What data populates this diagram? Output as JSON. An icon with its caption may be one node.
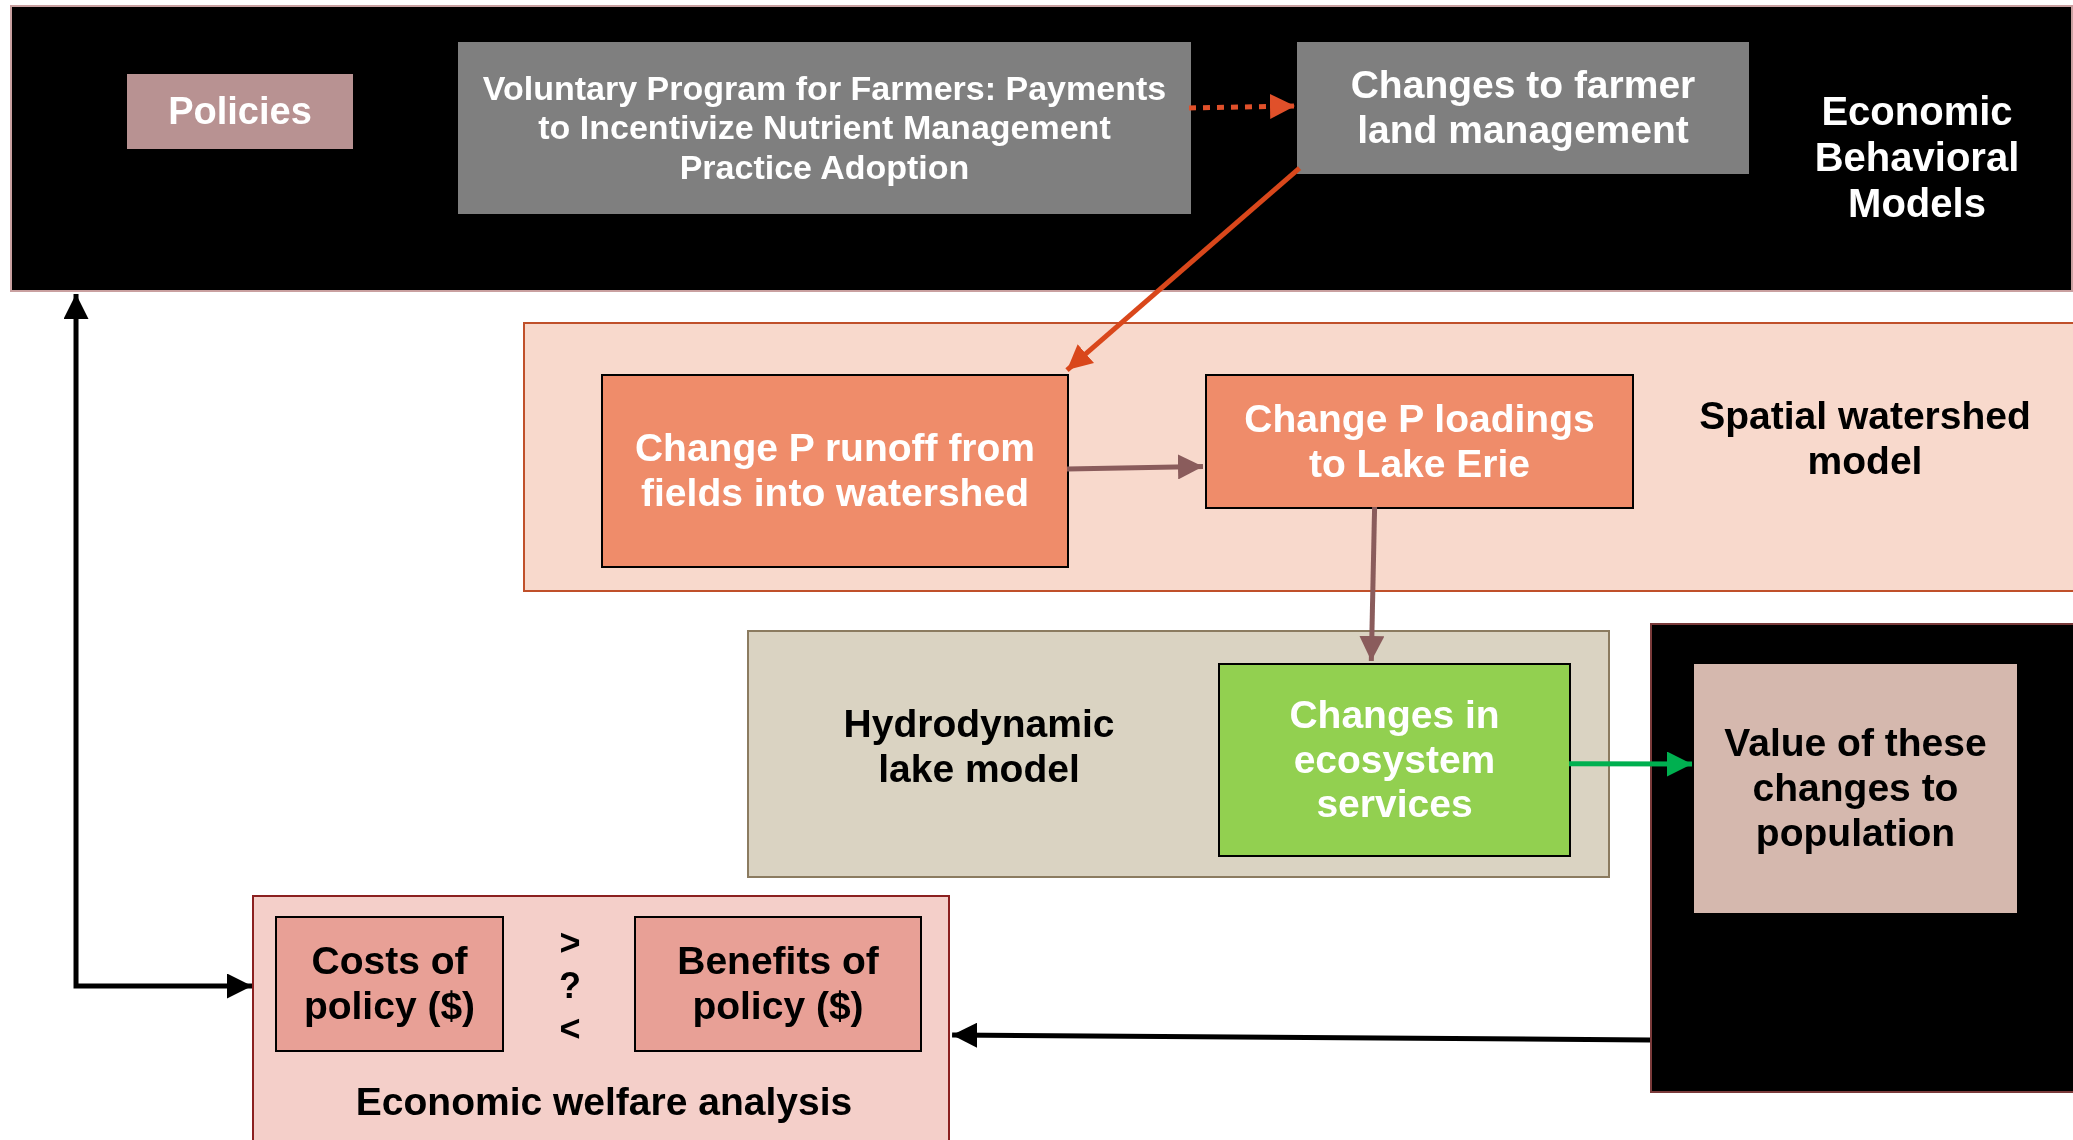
{
  "diagram": {
    "nodes": [
      {
        "text": [
          "Economic Behavioral Models"
        ]
      },
      {
        "text": [
          "Policies"
        ],
        "in": 0
      },
      {
        "text": [
          "Voluntary Program for Farmers: Payments to Incentivize Nutrient Management Practice Adoption"
        ],
        "in": 0
      },
      {
        "text": [
          "Changes to farmer land management"
        ],
        "in": 0
      },
      {
        "text": [
          "Spatial watershed model"
        ]
      },
      {
        "text": [
          "Change P runoff from fields into watershed"
        ],
        "in": 4
      },
      {
        "text": [
          "Change P loadings to Lake Erie"
        ],
        "in": 4
      },
      {
        "text": [
          "Hydrodynamic lake model"
        ]
      },
      {
        "text": [
          "Changes in ecosystem services"
        ],
        "in": 7
      },
      {
        "text": [],
        "shape": "box"
      },
      {
        "text": [
          "Value of these changes to population"
        ],
        "in": 9
      },
      {
        "text": [
          "Economic welfare analysis"
        ]
      },
      {
        "text": [
          "Costs of policy ($)"
        ],
        "in": 11
      },
      {
        "text": [
          "Benefits of policy ($)"
        ],
        "in": 11
      }
    ],
    "edges": [
      {
        "from": 2,
        "to": 3,
        "arrow": "to",
        "style": "dashed",
        "color": "#e0502a"
      },
      {
        "from": 3,
        "to": 5,
        "arrow": "to",
        "color": "#d9471b"
      },
      {
        "from": 5,
        "to": 6,
        "arrow": "to",
        "color": "#8a5c5c"
      },
      {
        "from": 6,
        "to": 8,
        "arrow": "to",
        "color": "#8a5c5c"
      },
      {
        "from": 8,
        "to": 10,
        "arrow": "to",
        "color": "#00b050"
      },
      {
        "from": 9,
        "to": 11,
        "arrow": "to",
        "color": "#000000"
      },
      {
        "from": 11,
        "to": 0,
        "arrow": "both",
        "color": "#000000"
      }
    ],
    "labels": [
      "> ? <"
    ]
  }
}
